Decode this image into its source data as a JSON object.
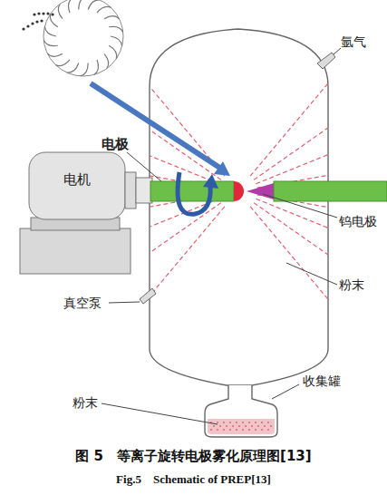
{
  "diagram": {
    "caption": "图 5　等离子旋转电极雾化原理图[13]",
    "nodes": [
      {
        "text": [
          "电机"
        ]
      }
    ],
    "labels": [
      "电极",
      "氩气",
      "钨电极",
      "真空泵",
      "粉末",
      "粉末",
      "收集罐",
      "Fig.5　Schematic of PREP[13]"
    ]
  }
}
